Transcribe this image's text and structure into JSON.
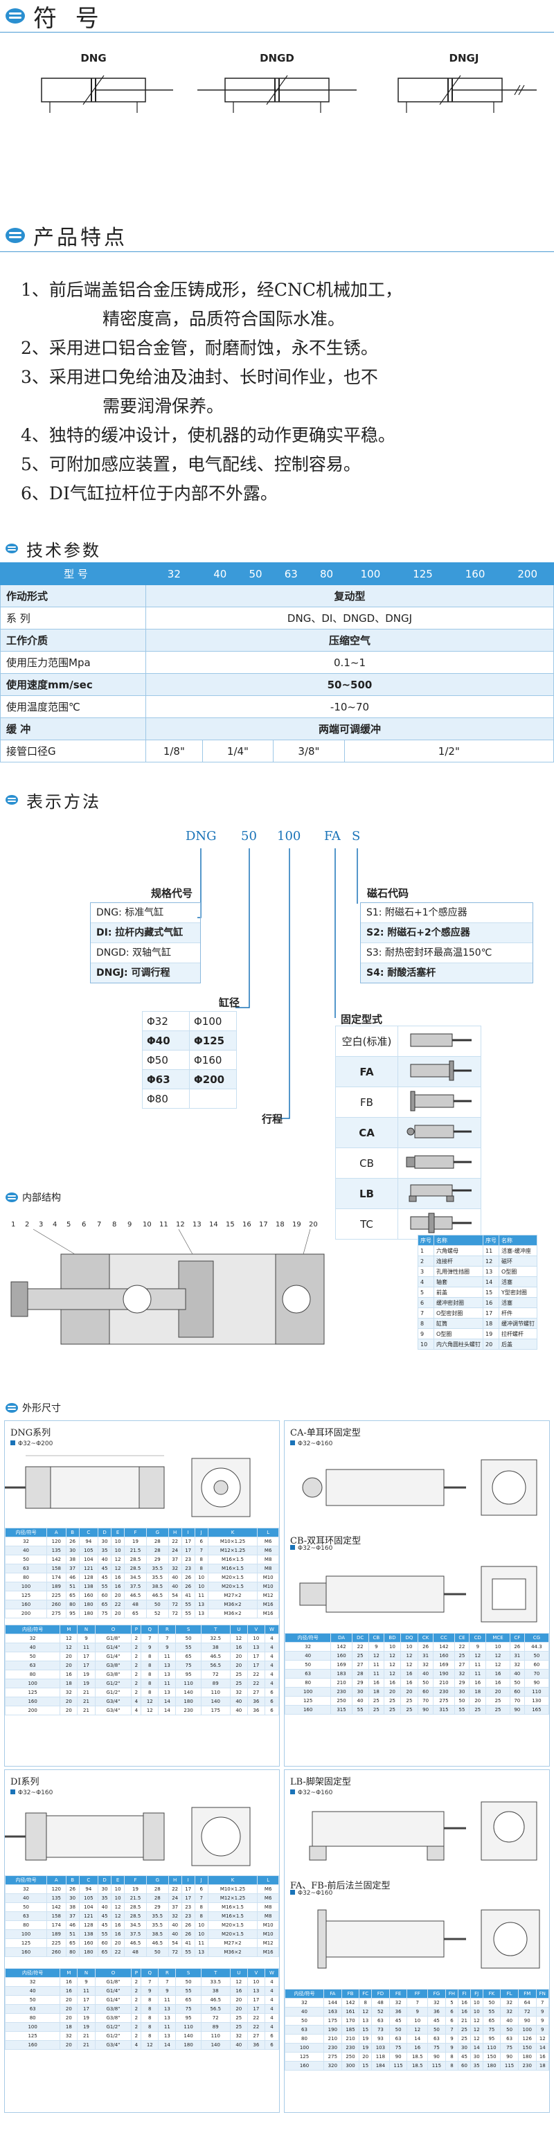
{
  "symbols": {
    "title": "符  号",
    "items": [
      {
        "label": "DNG"
      },
      {
        "label": "DNGD"
      },
      {
        "label": "DNGJ"
      }
    ]
  },
  "features": {
    "title": "产品特点",
    "items": [
      {
        "line1": "1、前后端盖铝合金压铸成形，经CNC机械加工，",
        "line2": "精密度高，品质符合国际水准。"
      },
      {
        "line1": "2、采用进口铝合金管，耐磨耐蚀，永不生锈。",
        "line2": ""
      },
      {
        "line1": "3、采用进口免给油及油封、长时间作业，也不",
        "line2": "需要润滑保养。"
      },
      {
        "line1": "4、独特的缓冲设计，使机器的动作更确实平稳。",
        "line2": ""
      },
      {
        "line1": "5、可附加感应装置，电气配线、控制容易。",
        "line2": ""
      },
      {
        "line1": "6、DI气缸拉杆位于内部不外露。",
        "line2": ""
      }
    ]
  },
  "specs": {
    "title": "技术参数",
    "header_label": "型   号",
    "models": [
      "32",
      "40",
      "50",
      "63",
      "80",
      "100",
      "125",
      "160",
      "200"
    ],
    "rows": [
      {
        "label": "作动形式",
        "value": "复动型",
        "bold": true
      },
      {
        "label": "系   列",
        "value": "DNG、DI、DNGD、DNGJ",
        "bold": false
      },
      {
        "label": "工作介质",
        "value": "压缩空气",
        "bold": true
      },
      {
        "label": "使用压力范围Mpa",
        "value": "0.1~1",
        "bold": false
      },
      {
        "label": "使用速度mm/sec",
        "value": "50~500",
        "bold": true
      },
      {
        "label": "使用温度范围℃",
        "value": "-10~70",
        "bold": false
      },
      {
        "label": "缓    冲",
        "value": "两端可调缓冲",
        "bold": true
      }
    ],
    "port_label": "接管口径G",
    "ports": [
      "1/8\"",
      "1/4\"",
      "3/8\"",
      "1/2\""
    ]
  },
  "notation": {
    "title": "表示方法",
    "code": [
      "DNG",
      "50",
      "100",
      "FA",
      "S"
    ],
    "spec_title": "规格代号",
    "spec_items": [
      "DNG: 标准气缸",
      "DI: 拉杆内藏式气缸",
      "DNGD: 双轴气缸",
      "DNGJ: 可调行程"
    ],
    "bore_title": "缸径",
    "bores": [
      [
        "Φ32",
        "Φ100"
      ],
      [
        "Φ40",
        "Φ125"
      ],
      [
        "Φ50",
        "Φ160"
      ],
      [
        "Φ63",
        "Φ200"
      ],
      [
        "Φ80",
        ""
      ]
    ],
    "stroke_title": "行程",
    "magnet_title": "磁石代码",
    "magnet_items": [
      "S1: 附磁石+1个感应器",
      "S2: 附磁石+2个感应器",
      "S3: 耐热密封环最高温150℃",
      "S4: 耐酸活塞杆"
    ],
    "mount_title": "固定型式",
    "mounts": [
      "空白(标准)",
      "FA",
      "FB",
      "CA",
      "CB",
      "LB",
      "TC"
    ]
  },
  "structure": {
    "title": "内部结构",
    "callouts": [
      "1",
      "2",
      "3",
      "4",
      "5",
      "6",
      "7",
      "8",
      "9",
      "10",
      "11",
      "12",
      "13",
      "14",
      "15",
      "16",
      "17",
      "18",
      "19",
      "20"
    ],
    "parts_header": [
      "序号",
      "名称",
      "序号",
      "名称"
    ],
    "parts": [
      [
        "1",
        "六角螺母",
        "11",
        "活塞-缓冲座"
      ],
      [
        "2",
        "连接杆",
        "12",
        "磁环"
      ],
      [
        "3",
        "孔用弹性挡圈",
        "13",
        "O型圈"
      ],
      [
        "4",
        "轴套",
        "14",
        "活塞"
      ],
      [
        "5",
        "前盖",
        "15",
        "Y型密封圈"
      ],
      [
        "6",
        "缓冲密封圈",
        "16",
        "活塞"
      ],
      [
        "7",
        "O型密封圈",
        "17",
        "杆件"
      ],
      [
        "8",
        "缸筒",
        "18",
        "缓冲调节螺钉"
      ],
      [
        "9",
        "O型圈",
        "19",
        "拉杆螺杆"
      ],
      [
        "10",
        "内六角圆柱头螺钉",
        "20",
        "后盖"
      ]
    ]
  },
  "dimensions": {
    "title": "外形尺寸",
    "panels": [
      {
        "title": "DNG系列",
        "sub": "Φ32~Φ200"
      },
      {
        "title": "CA-单耳环固定型",
        "sub": "Φ32~Φ160"
      },
      {
        "title": "CB-双耳环固定型",
        "sub": "Φ32~Φ160"
      },
      {
        "title": "DI系列",
        "sub": "Φ32~Φ160"
      },
      {
        "title": "LB-脚架固定型",
        "sub": "Φ32~Φ160"
      },
      {
        "title": "FA、FB-前后法兰固定型",
        "sub": "Φ32~Φ160"
      }
    ],
    "dng_header": [
      "内径/符号",
      "A",
      "B",
      "C",
      "D",
      "E",
      "F",
      "G",
      "H",
      "I",
      "J",
      "K",
      "L"
    ],
    "dng_rows": [
      [
        "32",
        "120",
        "26",
        "94",
        "30",
        "10",
        "19",
        "28",
        "22",
        "17",
        "6",
        "M10×1.25",
        "M6"
      ],
      [
        "40",
        "135",
        "30",
        "105",
        "35",
        "10",
        "21.5",
        "28",
        "24",
        "17",
        "7",
        "M12×1.25",
        "M6"
      ],
      [
        "50",
        "142",
        "38",
        "104",
        "40",
        "12",
        "28.5",
        "29",
        "37",
        "23",
        "8",
        "M16×1.5",
        "M8"
      ],
      [
        "63",
        "158",
        "37",
        "121",
        "45",
        "12",
        "28.5",
        "35.5",
        "32",
        "23",
        "8",
        "M16×1.5",
        "M8"
      ],
      [
        "80",
        "174",
        "46",
        "128",
        "45",
        "16",
        "34.5",
        "35.5",
        "40",
        "26",
        "10",
        "M20×1.5",
        "M10"
      ],
      [
        "100",
        "189",
        "51",
        "138",
        "55",
        "16",
        "37.5",
        "38.5",
        "40",
        "26",
        "10",
        "M20×1.5",
        "M10"
      ],
      [
        "125",
        "225",
        "65",
        "160",
        "60",
        "20",
        "46.5",
        "46.5",
        "54",
        "41",
        "11",
        "M27×2",
        "M12"
      ],
      [
        "160",
        "260",
        "80",
        "180",
        "65",
        "22",
        "48",
        "50",
        "72",
        "55",
        "13",
        "M36×2",
        "M16"
      ],
      [
        "200",
        "275",
        "95",
        "180",
        "75",
        "20",
        "65",
        "52",
        "72",
        "55",
        "13",
        "M36×2",
        "M16"
      ]
    ],
    "dng_header2": [
      "内径/符号",
      "M",
      "N",
      "O",
      "P",
      "Q",
      "R",
      "S",
      "T",
      "U",
      "V",
      "W"
    ],
    "dng_rows2": [
      [
        "32",
        "12",
        "9",
        "G1/8\"",
        "2",
        "7",
        "7",
        "50",
        "32.5",
        "12",
        "10",
        "4"
      ],
      [
        "40",
        "12",
        "11",
        "G1/4\"",
        "2",
        "9",
        "9",
        "55",
        "38",
        "16",
        "13",
        "4"
      ],
      [
        "50",
        "20",
        "17",
        "G1/4\"",
        "2",
        "8",
        "11",
        "65",
        "46.5",
        "20",
        "17",
        "4"
      ],
      [
        "63",
        "20",
        "17",
        "G3/8\"",
        "2",
        "8",
        "13",
        "75",
        "56.5",
        "20",
        "17",
        "4"
      ],
      [
        "80",
        "16",
        "19",
        "G3/8\"",
        "2",
        "8",
        "13",
        "95",
        "72",
        "25",
        "22",
        "4"
      ],
      [
        "100",
        "18",
        "19",
        "G1/2\"",
        "2",
        "8",
        "11",
        "110",
        "89",
        "25",
        "22",
        "4"
      ],
      [
        "125",
        "32",
        "21",
        "G1/2\"",
        "2",
        "8",
        "13",
        "140",
        "110",
        "32",
        "27",
        "6"
      ],
      [
        "160",
        "20",
        "21",
        "G3/4\"",
        "4",
        "12",
        "14",
        "180",
        "140",
        "40",
        "36",
        "6"
      ],
      [
        "200",
        "20",
        "21",
        "G3/4\"",
        "4",
        "12",
        "14",
        "230",
        "175",
        "40",
        "36",
        "6"
      ]
    ],
    "ca_header": [
      "内径/符号",
      "DA",
      "DC",
      "CB",
      "BD",
      "DQ",
      "CK",
      "CC",
      "CE",
      "CD",
      "MCE",
      "CF",
      "CG"
    ],
    "ca_rows": [
      [
        "32",
        "142",
        "22",
        "9",
        "10",
        "10",
        "26",
        "142",
        "22",
        "9",
        "10",
        "26",
        "44.3"
      ],
      [
        "40",
        "160",
        "25",
        "12",
        "12",
        "12",
        "31",
        "160",
        "25",
        "12",
        "12",
        "31",
        "50"
      ],
      [
        "50",
        "169",
        "27",
        "11",
        "12",
        "12",
        "32",
        "169",
        "27",
        "11",
        "12",
        "32",
        "60"
      ],
      [
        "63",
        "183",
        "28",
        "11",
        "12",
        "16",
        "40",
        "190",
        "32",
        "11",
        "16",
        "40",
        "70"
      ],
      [
        "80",
        "210",
        "29",
        "16",
        "16",
        "16",
        "50",
        "210",
        "29",
        "16",
        "16",
        "50",
        "90"
      ],
      [
        "100",
        "230",
        "30",
        "18",
        "20",
        "20",
        "60",
        "230",
        "30",
        "18",
        "20",
        "60",
        "110"
      ],
      [
        "125",
        "250",
        "40",
        "25",
        "25",
        "25",
        "70",
        "275",
        "50",
        "20",
        "25",
        "70",
        "130"
      ],
      [
        "160",
        "315",
        "55",
        "25",
        "25",
        "25",
        "90",
        "315",
        "55",
        "25",
        "25",
        "90",
        "165"
      ]
    ],
    "di_header": [
      "内径/符号",
      "A",
      "B",
      "C",
      "D",
      "E",
      "F",
      "G",
      "H",
      "I",
      "J",
      "K",
      "L"
    ],
    "di_rows": [
      [
        "32",
        "120",
        "26",
        "94",
        "30",
        "10",
        "19",
        "28",
        "22",
        "17",
        "6",
        "M10×1.25",
        "M6"
      ],
      [
        "40",
        "135",
        "30",
        "105",
        "35",
        "10",
        "21.5",
        "28",
        "24",
        "17",
        "7",
        "M12×1.25",
        "M6"
      ],
      [
        "50",
        "142",
        "38",
        "104",
        "40",
        "12",
        "28.5",
        "29",
        "37",
        "23",
        "8",
        "M16×1.5",
        "M8"
      ],
      [
        "63",
        "158",
        "37",
        "121",
        "45",
        "12",
        "28.5",
        "35.5",
        "32",
        "23",
        "8",
        "M16×1.5",
        "M8"
      ],
      [
        "80",
        "174",
        "46",
        "128",
        "45",
        "16",
        "34.5",
        "35.5",
        "40",
        "26",
        "10",
        "M20×1.5",
        "M10"
      ],
      [
        "100",
        "189",
        "51",
        "138",
        "55",
        "16",
        "37.5",
        "38.5",
        "40",
        "26",
        "10",
        "M20×1.5",
        "M10"
      ],
      [
        "125",
        "225",
        "65",
        "160",
        "60",
        "20",
        "46.5",
        "46.5",
        "54",
        "41",
        "11",
        "M27×2",
        "M12"
      ],
      [
        "160",
        "260",
        "80",
        "180",
        "65",
        "22",
        "48",
        "50",
        "72",
        "55",
        "13",
        "M36×2",
        "M16"
      ]
    ],
    "di_header2": [
      "内径/符号",
      "M",
      "N",
      "O",
      "P",
      "Q",
      "R",
      "S",
      "T",
      "U",
      "V",
      "W"
    ],
    "di_rows2": [
      [
        "32",
        "16",
        "9",
        "G1/8\"",
        "2",
        "7",
        "7",
        "50",
        "33.5",
        "12",
        "10",
        "4"
      ],
      [
        "40",
        "16",
        "11",
        "G1/4\"",
        "2",
        "9",
        "9",
        "55",
        "38",
        "16",
        "13",
        "4"
      ],
      [
        "50",
        "20",
        "17",
        "G1/4\"",
        "2",
        "8",
        "11",
        "65",
        "46.5",
        "20",
        "17",
        "4"
      ],
      [
        "63",
        "20",
        "17",
        "G3/8\"",
        "2",
        "8",
        "13",
        "75",
        "56.5",
        "20",
        "17",
        "4"
      ],
      [
        "80",
        "20",
        "19",
        "G3/8\"",
        "2",
        "8",
        "13",
        "95",
        "72",
        "25",
        "22",
        "4"
      ],
      [
        "100",
        "18",
        "19",
        "G1/2\"",
        "2",
        "8",
        "11",
        "110",
        "89",
        "25",
        "22",
        "4"
      ],
      [
        "125",
        "32",
        "21",
        "G1/2\"",
        "2",
        "8",
        "13",
        "140",
        "110",
        "32",
        "27",
        "6"
      ],
      [
        "160",
        "20",
        "21",
        "G3/4\"",
        "4",
        "12",
        "14",
        "180",
        "140",
        "40",
        "36",
        "6"
      ]
    ],
    "fa_header": [
      "内径/符号",
      "FA",
      "FB",
      "FC",
      "FD",
      "FE",
      "FF",
      "FG",
      "FH",
      "FI",
      "FJ",
      "FK",
      "FL",
      "FM",
      "FN"
    ],
    "fa_rows": [
      [
        "32",
        "144",
        "142",
        "8",
        "48",
        "32",
        "7",
        "32",
        "5",
        "16",
        "10",
        "50",
        "32",
        "64",
        "7"
      ],
      [
        "40",
        "163",
        "161",
        "12",
        "52",
        "36",
        "9",
        "36",
        "6",
        "16",
        "10",
        "55",
        "32",
        "72",
        "9"
      ],
      [
        "50",
        "175",
        "170",
        "13",
        "63",
        "45",
        "10",
        "45",
        "6",
        "21",
        "12",
        "65",
        "40",
        "90",
        "9"
      ],
      [
        "63",
        "190",
        "185",
        "15",
        "73",
        "50",
        "12",
        "50",
        "7",
        "25",
        "12",
        "75",
        "50",
        "100",
        "9"
      ],
      [
        "80",
        "210",
        "210",
        "19",
        "93",
        "63",
        "14",
        "63",
        "9",
        "25",
        "12",
        "95",
        "63",
        "126",
        "12"
      ],
      [
        "100",
        "230",
        "230",
        "19",
        "103",
        "75",
        "16",
        "75",
        "9",
        "30",
        "14",
        "110",
        "75",
        "150",
        "14"
      ],
      [
        "125",
        "275",
        "250",
        "20",
        "118",
        "90",
        "18.5",
        "90",
        "8",
        "45",
        "30",
        "150",
        "90",
        "180",
        "16"
      ],
      [
        "160",
        "320",
        "300",
        "15",
        "184",
        "115",
        "18.5",
        "115",
        "8",
        "60",
        "35",
        "180",
        "115",
        "230",
        "18"
      ]
    ]
  }
}
